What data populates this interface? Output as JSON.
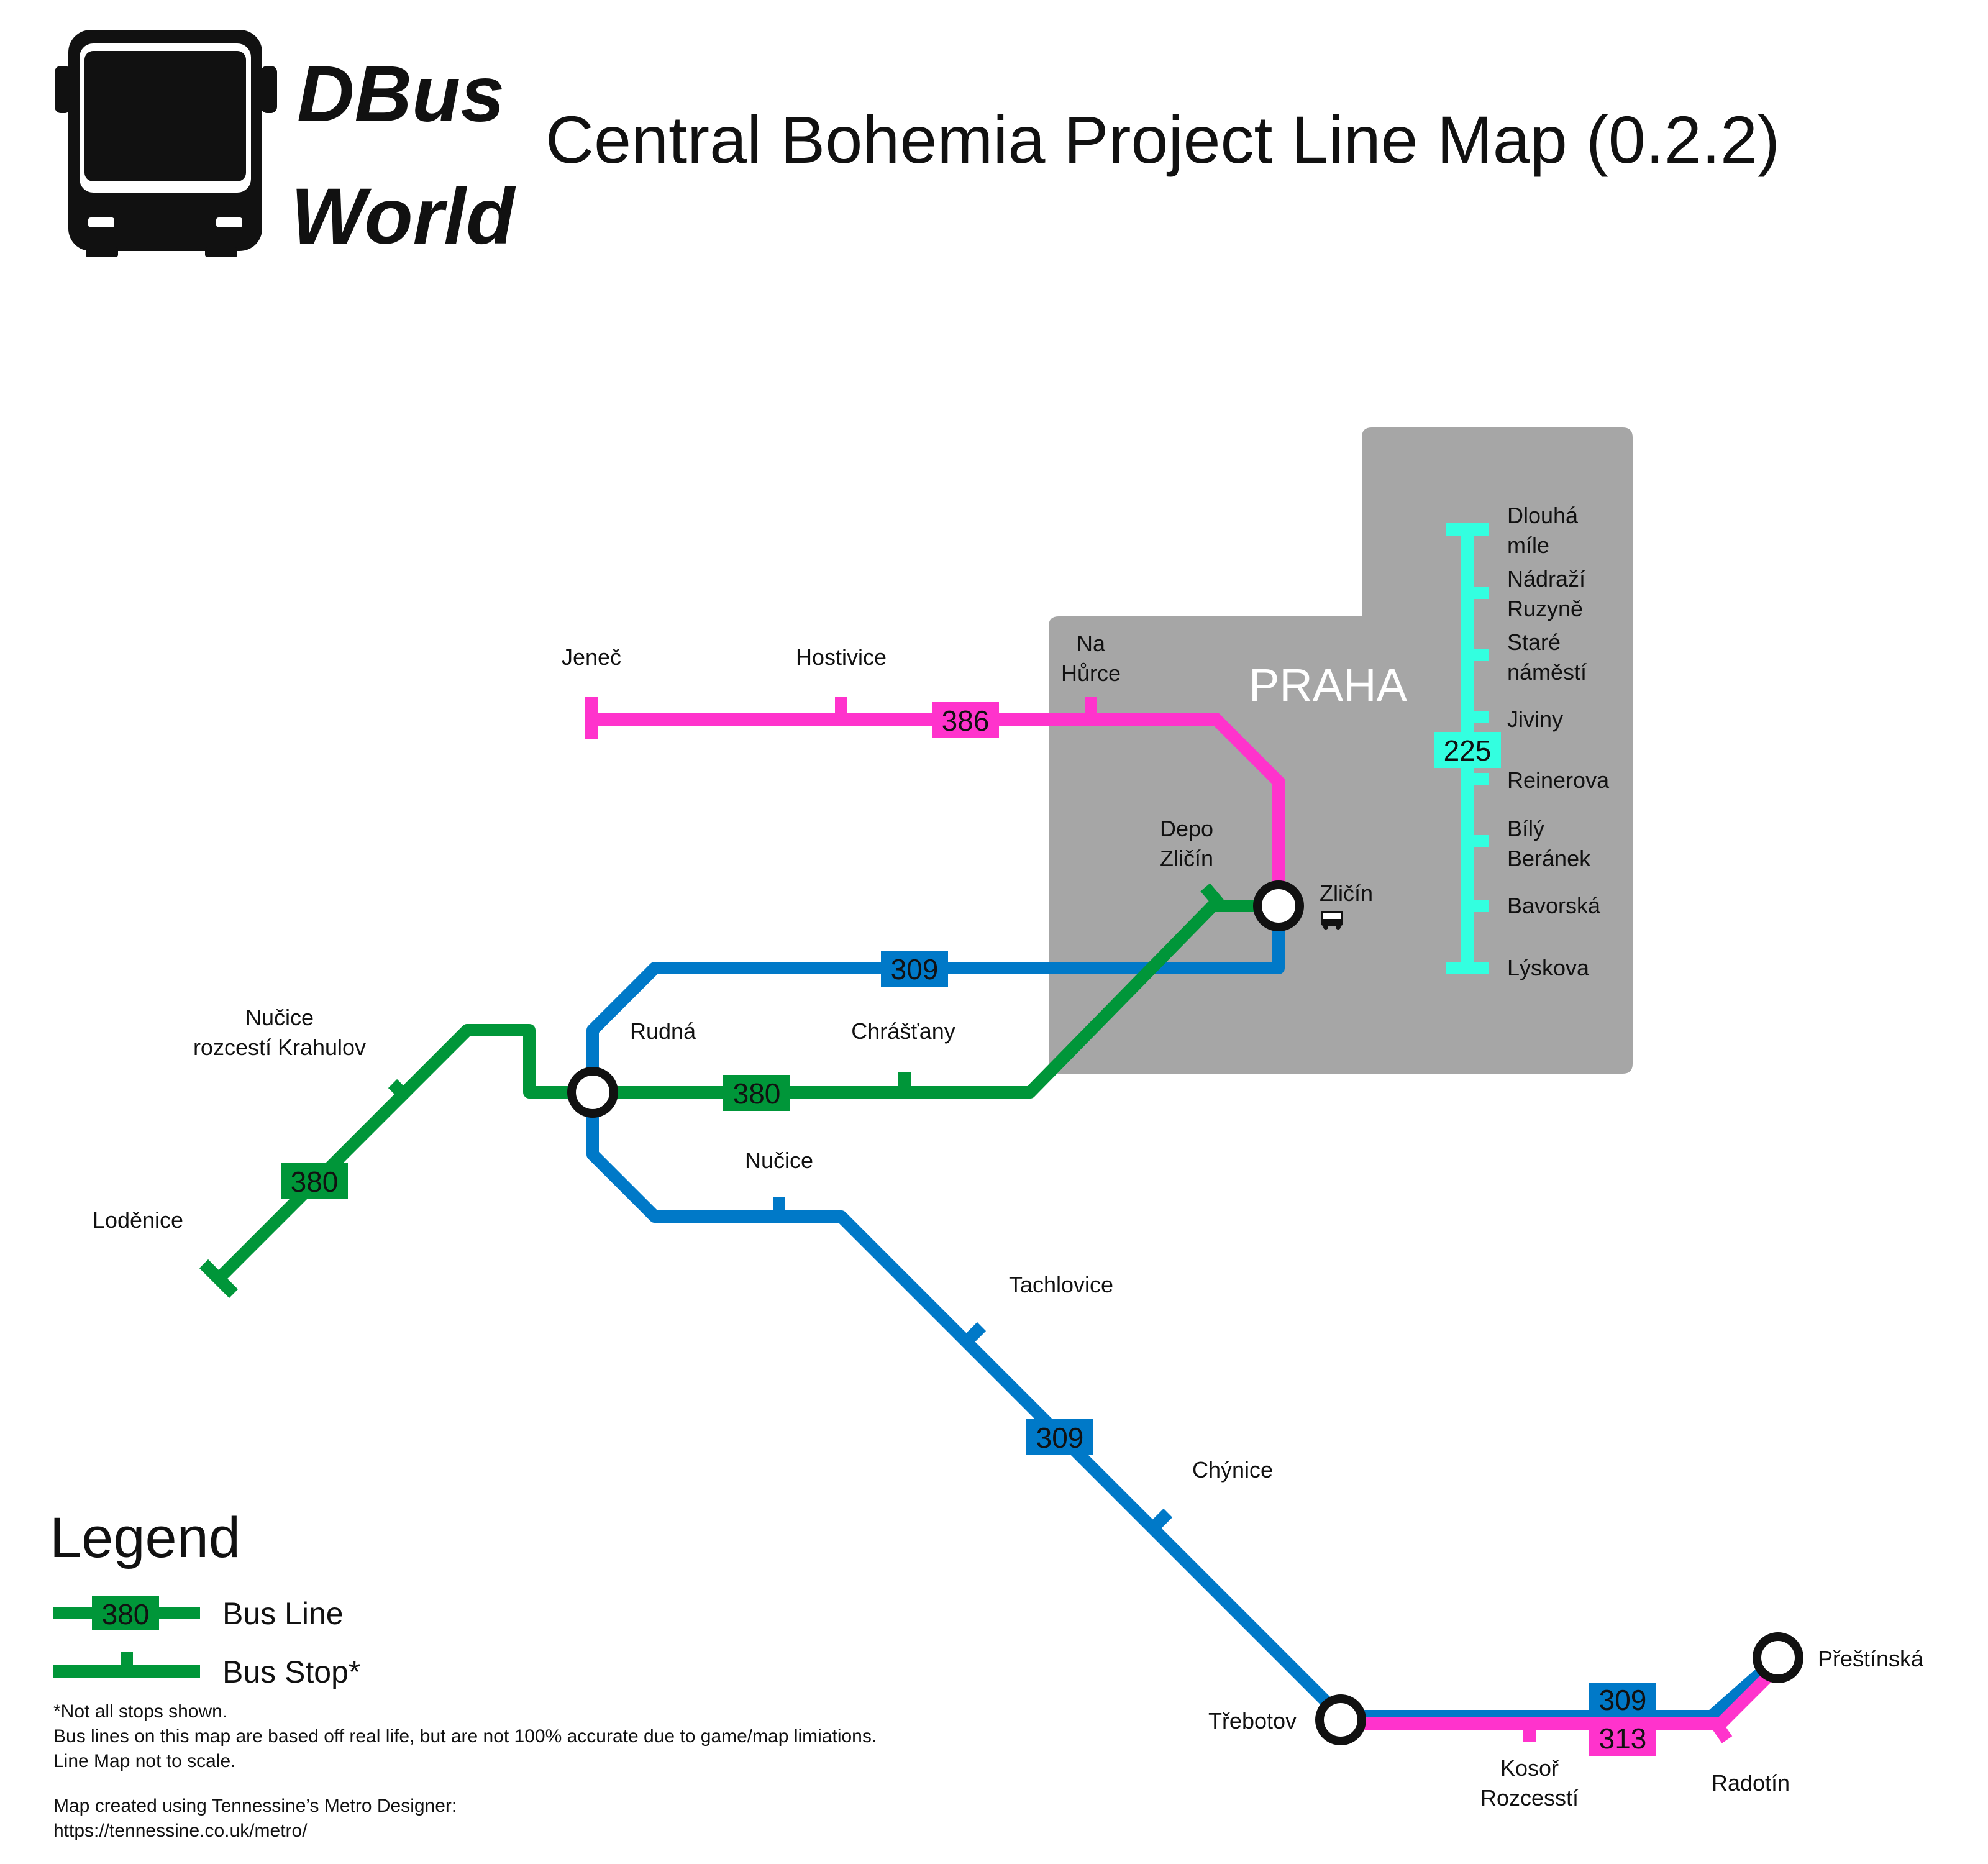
{
  "brand": {
    "line1": "DBus",
    "line2": "World"
  },
  "title": "Central Bohemia Project Line Map (0.2.2)",
  "city": "PRAHA",
  "colors": {
    "green": "#009639",
    "blue": "#0079c8",
    "pink": "#ff33cc",
    "cyan": "#33ffe0",
    "city": "#a6a6a6"
  },
  "lines": {
    "l380": "380",
    "l309": "309",
    "l386": "386",
    "l313": "313",
    "l225": "225"
  },
  "stops": {
    "jenec": "Jeneč",
    "hostivice": "Hostivice",
    "na_hurce_1": "Na",
    "na_hurce_2": "Hůrce",
    "depo_1": "Depo",
    "depo_2": "Zličín",
    "zlicin": "Zličín",
    "dlouha_1": "Dlouhá",
    "dlouha_2": "míle",
    "nadrazi_1": "Nádraží",
    "nadrazi_2": "Ruzyně",
    "stare_1": "Staré",
    "stare_2": "náměstí",
    "jiviny": "Jiviny",
    "reinerova": "Reinerova",
    "bily_1": "Bílý",
    "bily_2": "Beránek",
    "bavorska": "Bavorská",
    "lyskova": "Lýskova",
    "rudna": "Rudná",
    "chrastany": "Chrášťany",
    "nucice_r1": "Nučice",
    "nucice_r2": "rozcestí Krahulov",
    "lodenice": "Loděnice",
    "nucice": "Nučice",
    "tachlovice": "Tachlovice",
    "chynice": "Chýnice",
    "trebotov": "Třebotov",
    "kosor_1": "Kosoř",
    "kosor_2": "Rozcesstí",
    "radotin": "Radotín",
    "prestinska": "Přeštínská"
  },
  "legend": {
    "title": "Legend",
    "badge": "380",
    "bus_line": "Bus Line",
    "bus_stop": "Bus Stop*",
    "notes": [
      "*Not all stops shown.",
      "Bus lines on this map are based off real life, but are not 100% accurate due to game/map limiations.",
      "Line Map not to scale.",
      "Map created using Tennessine’s Metro Designer:",
      "https://tennessine.co.uk/metro/"
    ]
  },
  "icons": {
    "logo": "bus-front-icon",
    "depot": "bus-small-icon"
  }
}
